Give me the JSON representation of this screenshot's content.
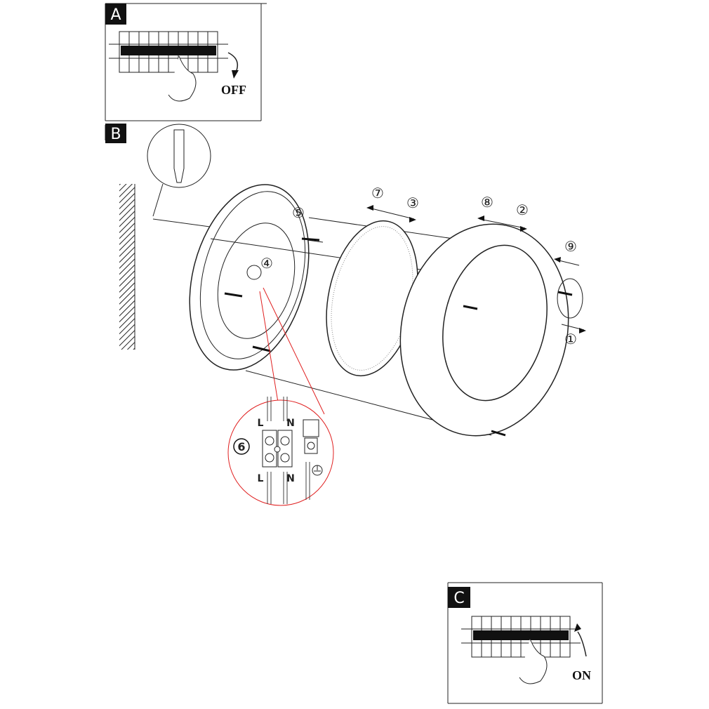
{
  "panels": {
    "a": {
      "letter": "A",
      "action": "OFF"
    },
    "b": {
      "letter": "B"
    },
    "c": {
      "letter": "C",
      "action": "ON"
    }
  },
  "steps": {
    "s1": "①",
    "s2": "②",
    "s3": "③",
    "s4": "④",
    "s5": "⑤",
    "s6": "6",
    "s7": "⑦",
    "s8": "⑧",
    "s9": "⑨"
  },
  "wiring": {
    "top_live": "L",
    "top_neutral": "N",
    "bottom_live": "L",
    "bottom_neutral": "N"
  },
  "colors": {
    "callout": "#e02020",
    "ink": "#111111"
  }
}
